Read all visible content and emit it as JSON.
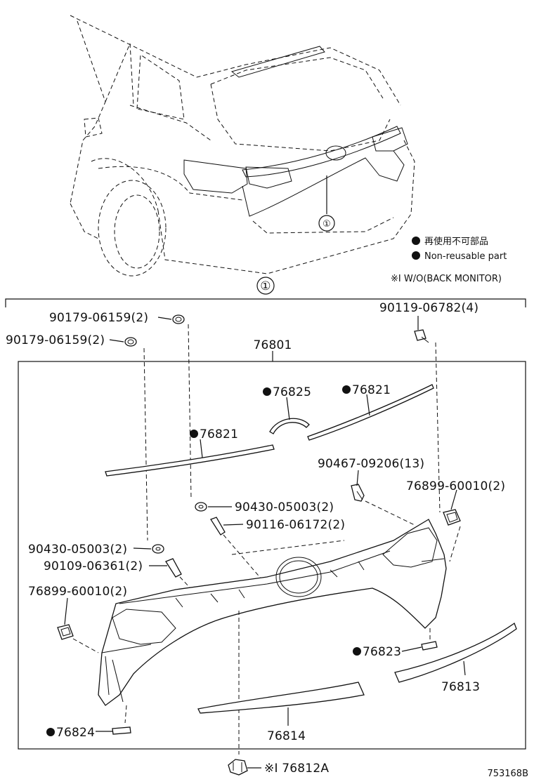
{
  "legend": {
    "jp": "再使用不可部品",
    "en": "Non-reusable part",
    "note": "※I W/O(BACK MONITOR)"
  },
  "callout_symbol": "①",
  "assembly_number": "76801",
  "parts": [
    {
      "id": "p1",
      "label": "90179-06159(2)",
      "non_reusable": false
    },
    {
      "id": "p2",
      "label": "90179-06159(2)",
      "non_reusable": false
    },
    {
      "id": "p3",
      "label": "90119-06782(4)",
      "non_reusable": false
    },
    {
      "id": "p4",
      "label": "76825",
      "non_reusable": true
    },
    {
      "id": "p5",
      "label": "76821",
      "non_reusable": true
    },
    {
      "id": "p6",
      "label": "76821",
      "non_reusable": true
    },
    {
      "id": "p7",
      "label": "90467-09206(13)",
      "non_reusable": false
    },
    {
      "id": "p8",
      "label": "76899-60010(2)",
      "non_reusable": false
    },
    {
      "id": "p9",
      "label": "90430-05003(2)",
      "non_reusable": false
    },
    {
      "id": "p10",
      "label": "90116-06172(2)",
      "non_reusable": false
    },
    {
      "id": "p11",
      "label": "90430-05003(2)",
      "non_reusable": false
    },
    {
      "id": "p12",
      "label": "90109-06361(2)",
      "non_reusable": false
    },
    {
      "id": "p13",
      "label": "76899-60010(2)",
      "non_reusable": false
    },
    {
      "id": "p14",
      "label": "76823",
      "non_reusable": true
    },
    {
      "id": "p15",
      "label": "76813",
      "non_reusable": false
    },
    {
      "id": "p16",
      "label": "76824",
      "non_reusable": true
    },
    {
      "id": "p17",
      "label": "76814",
      "non_reusable": false
    },
    {
      "id": "p18",
      "label": "※I 76812A",
      "non_reusable": false
    }
  ],
  "diagram_code": "753168B"
}
